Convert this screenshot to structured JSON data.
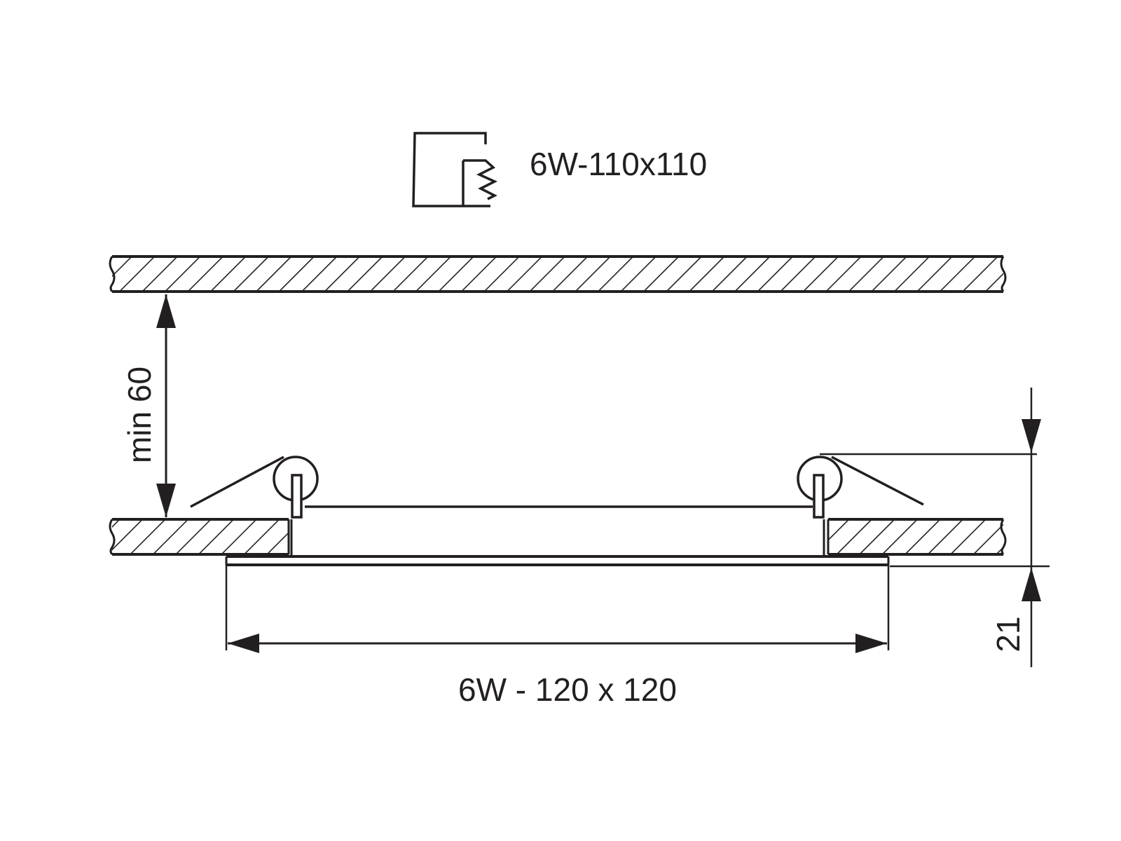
{
  "colors": {
    "ink": "#231f20",
    "background": "#ffffff"
  },
  "labels": {
    "cutout": "6W-110x110",
    "min_gap": "min 60",
    "panel_size": "6W - 120 x 120",
    "panel_height": "21"
  },
  "icons": {
    "cutout_symbol": "square-cutout-icon"
  }
}
